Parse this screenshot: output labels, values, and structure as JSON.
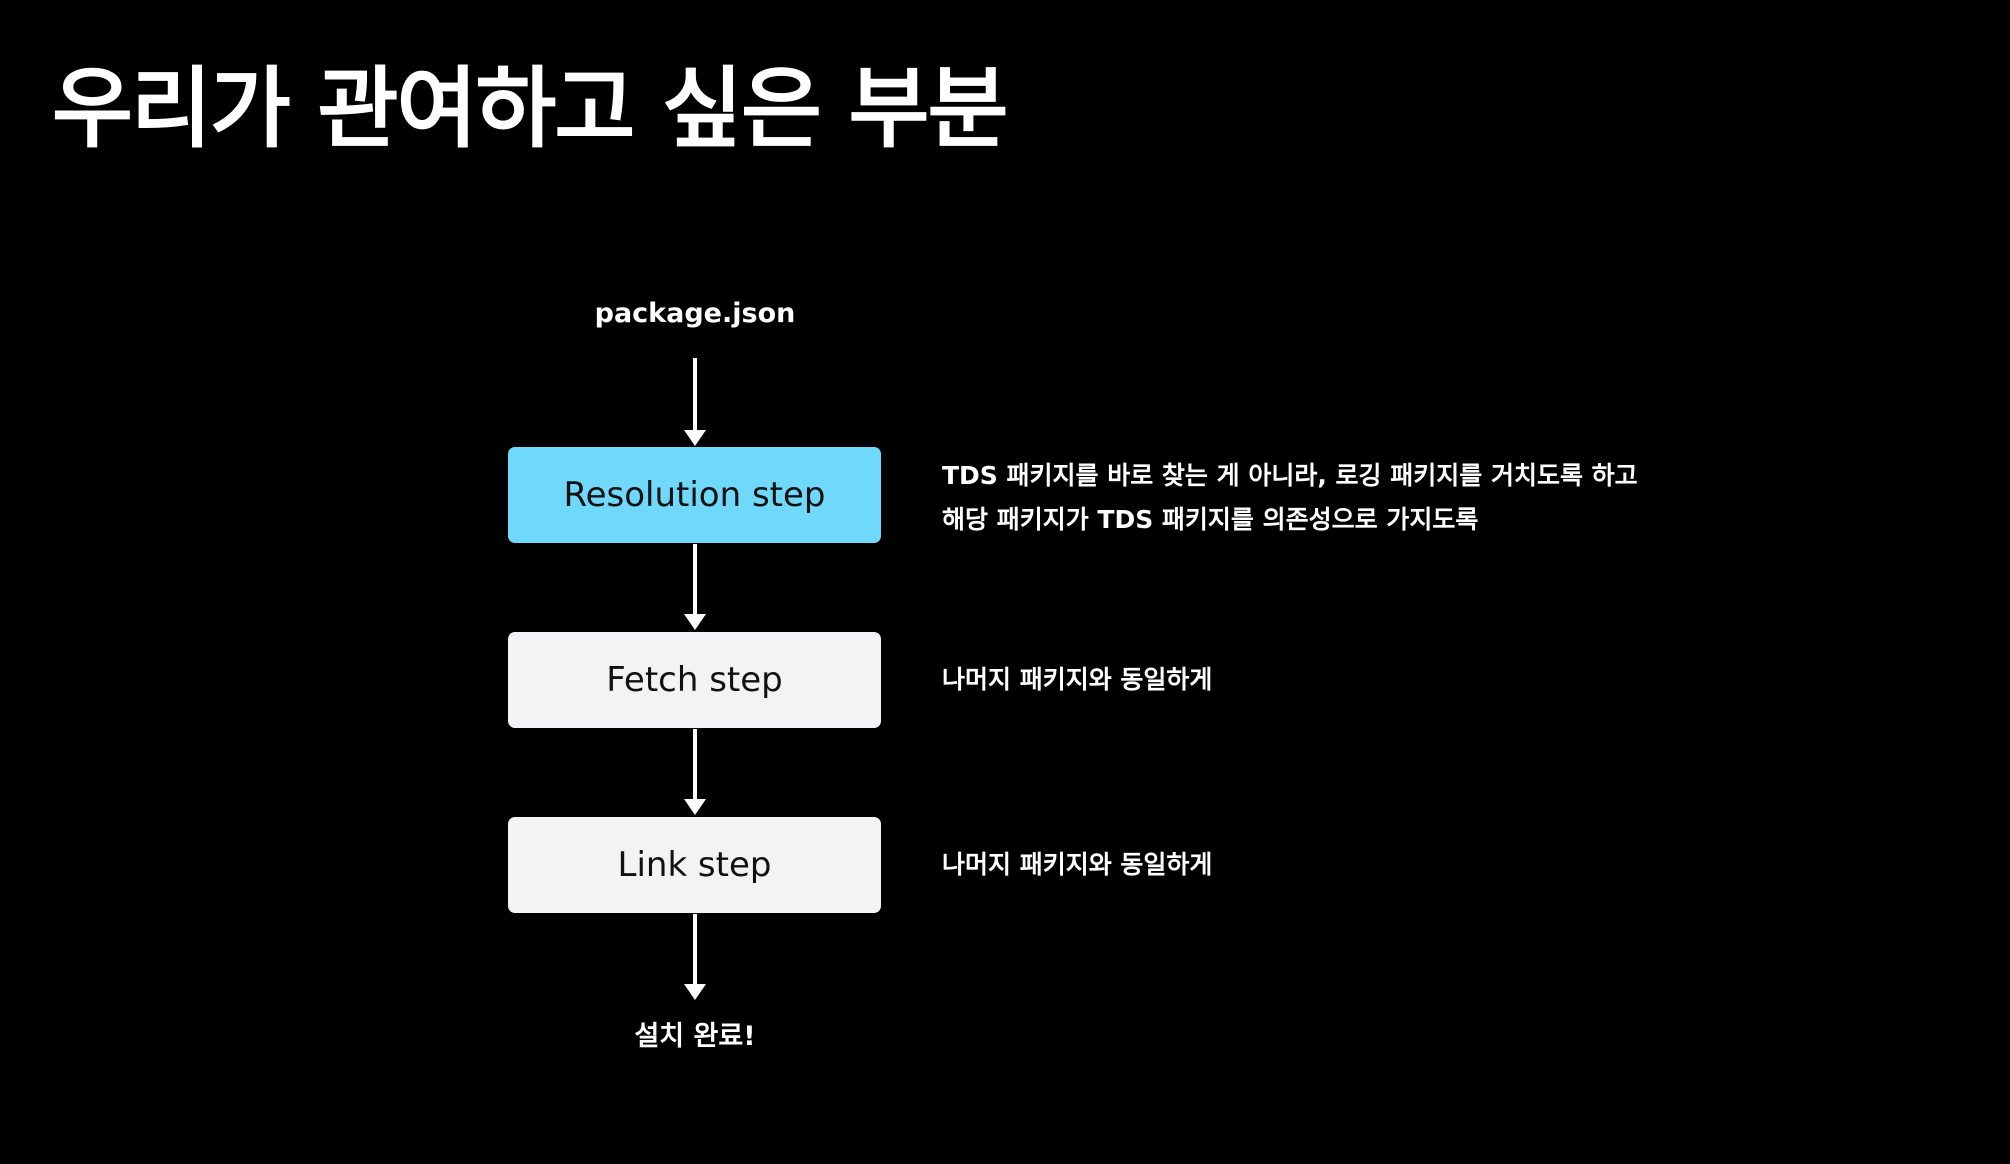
{
  "title": "우리가 관여하고 싶은 부분",
  "colors": {
    "background": "#000000",
    "highlight_box": "#6fd8fb",
    "normal_box": "#f3f3f5",
    "text": "#ffffff",
    "arrow": "#ffffff"
  },
  "flow": {
    "start_label": "package.json",
    "end_label": "설치 완료!",
    "steps": [
      {
        "label": "Resolution step",
        "highlighted": true,
        "note_lines": [
          "TDS 패키지를 바로 찾는 게 아니라, 로깅 패키지를 거치도록 하고",
          "해당 패키지가 TDS 패키지를 의존성으로 가지도록"
        ]
      },
      {
        "label": "Fetch step",
        "highlighted": false,
        "note_lines": [
          "나머지 패키지와 동일하게"
        ]
      },
      {
        "label": "Link step",
        "highlighted": false,
        "note_lines": [
          "나머지 패키지와 동일하게"
        ]
      }
    ]
  }
}
